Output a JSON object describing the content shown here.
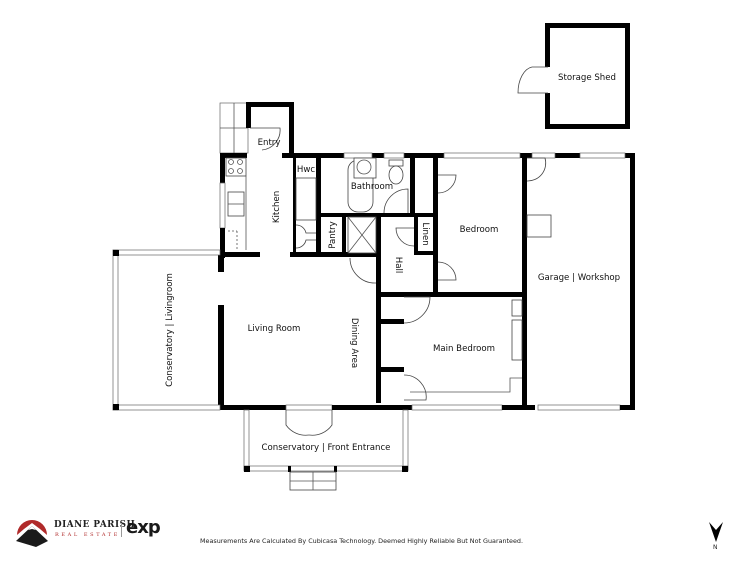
{
  "floorplan": {
    "rooms": {
      "storage_shed": "Storage Shed",
      "entry": "Entry",
      "hwc": "Hwc",
      "bathroom": "Bathroom",
      "kitchen": "Kitchen",
      "pantry": "Pantry",
      "linen": "Linen",
      "hall": "Hall",
      "bedroom": "Bedroom",
      "garage": "Garage | Workshop",
      "conservatory_living": "Conservatory | Livingroom",
      "living_room": "Living Room",
      "dining_area": "Dining Area",
      "main_bedroom": "Main Bedroom",
      "conservatory_front": "Conservatory | Front Entrance"
    },
    "colors": {
      "wall": "#000000",
      "background": "#ffffff",
      "brand_red": "#b02a2a"
    }
  },
  "footer": {
    "disclaimer": "Measurements Are Calculated By Cubicasa Technology. Deemed Highly Reliable But Not Guaranteed.",
    "logo": {
      "name": "DIANE PARISH",
      "subtitle": "REAL ESTATE",
      "partner": "exp",
      "icon": "mountain-logo-icon"
    },
    "compass": {
      "label": "N",
      "icon": "north-arrow-icon"
    }
  }
}
